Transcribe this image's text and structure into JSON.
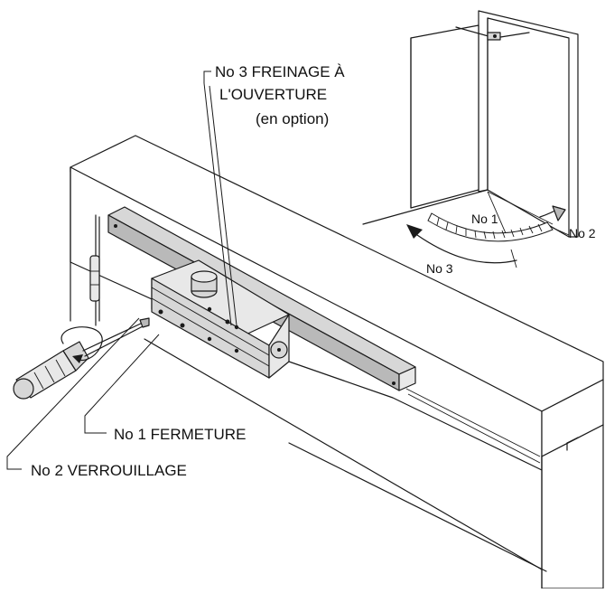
{
  "labels": {
    "opening_brake_line1": "No 3 FREINAGE À",
    "opening_brake_line2": "L'OUVERTURE",
    "opening_brake_line3": "(en option)",
    "closing": "No 1 FERMETURE",
    "locking": "No 2 VERROUILLAGE"
  },
  "inset": {
    "zone_1": "No 1",
    "zone_2": "No 2",
    "zone_3": "No 3"
  },
  "icons": [
    "screwdriver-icon",
    "rotation-arrow-icon"
  ]
}
